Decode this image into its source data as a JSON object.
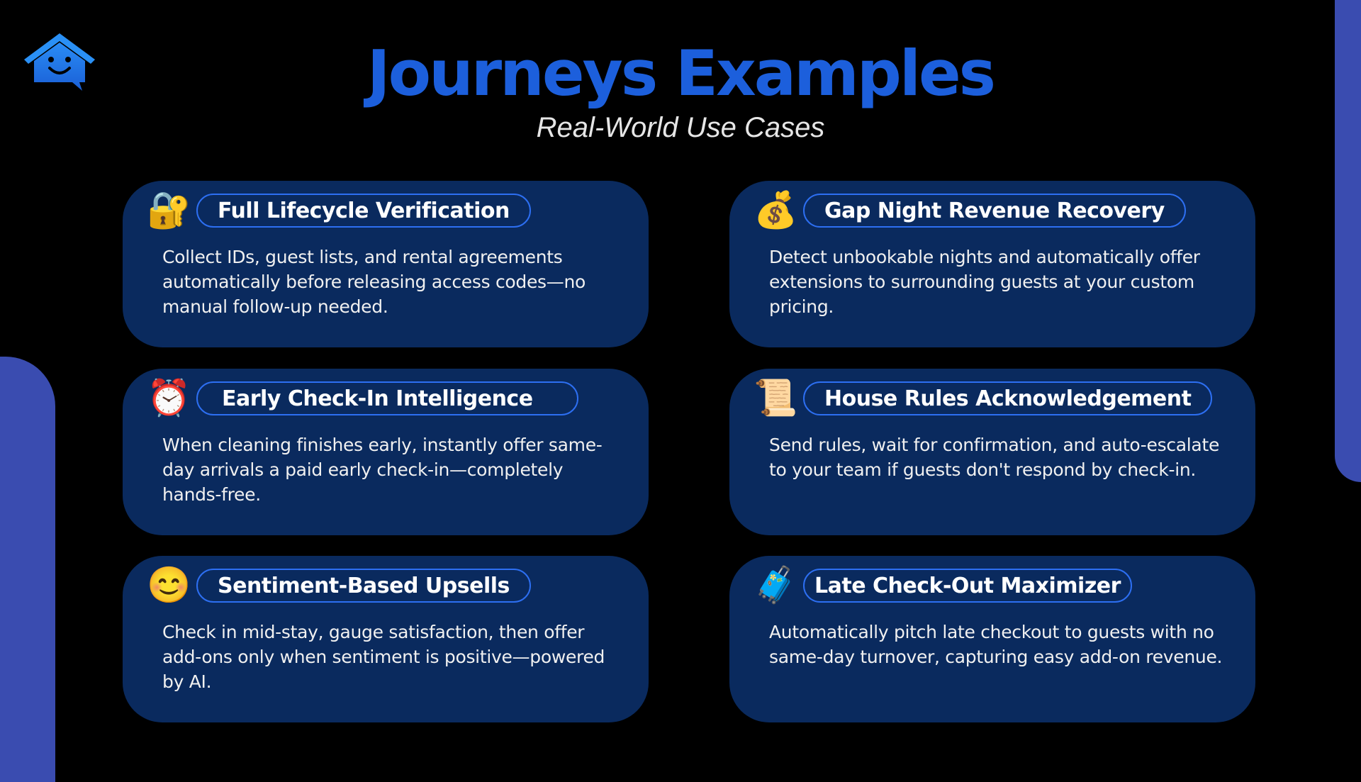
{
  "header": {
    "title": "Journeys Examples",
    "subtitle": "Real-World Use Cases"
  },
  "colors": {
    "title": "#1c5fdc",
    "card": "#0a2a5e",
    "pill_border": "#2d6ff2",
    "side_shape": "#3a4cb0"
  },
  "cards": [
    {
      "icon": "lock-with-key-icon",
      "glyph": "🔐",
      "title": "Full Lifecycle Verification",
      "body": "Collect IDs, guest lists, and rental agreements automatically before releasing access codes—no manual follow-up needed."
    },
    {
      "icon": "money-bag-icon",
      "glyph": "💰",
      "title": "Gap Night Revenue Recovery",
      "body": "Detect unbookable nights and automatically offer extensions to surrounding guests at your custom pricing."
    },
    {
      "icon": "alarm-clock-icon",
      "glyph": "⏰",
      "title": "Early Check-In Intelligence",
      "body": "When cleaning finishes early, instantly offer same-day arrivals a paid early check-in—completely hands-free."
    },
    {
      "icon": "scroll-icon",
      "glyph": "📜",
      "title": "House Rules Acknowledgement",
      "body": "Send rules, wait for confirmation, and auto-escalate to your team if guests don't respond by check-in."
    },
    {
      "icon": "smiling-face-icon",
      "glyph": "😊",
      "title": "Sentiment-Based Upsells",
      "body": "Check in mid-stay, gauge satisfaction, then offer add-ons only when sentiment is positive—powered by AI."
    },
    {
      "icon": "luggage-icon",
      "glyph": "🧳",
      "title": "Late Check-Out Maximizer",
      "body": "Automatically pitch late checkout to guests with no same-day turnover, capturing easy add-on revenue."
    }
  ]
}
